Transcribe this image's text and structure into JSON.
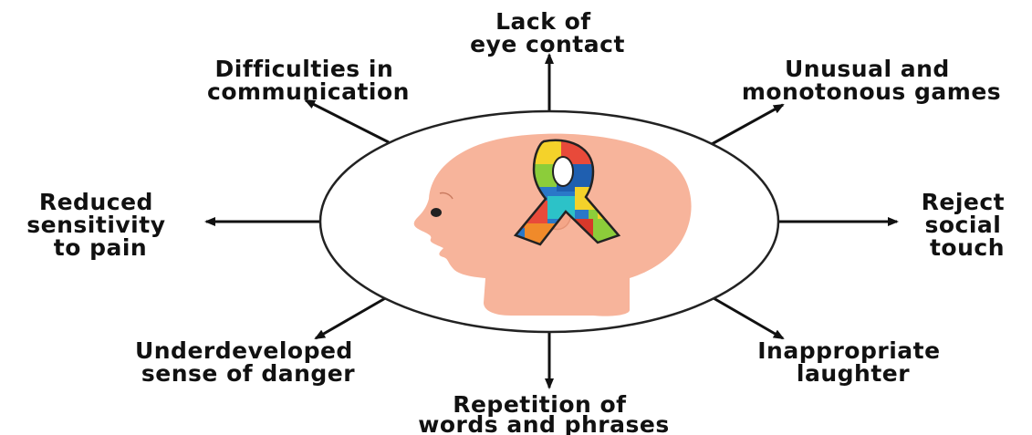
{
  "colors": {
    "text": "#111111",
    "circle_stroke": "#222222",
    "head_skin": "#f7b49b",
    "ribbon_outline": "#222222"
  },
  "center": {
    "icon": "autism-awareness-puzzle-ribbon-icon",
    "head_icon": "child-head-profile-icon"
  },
  "labels": {
    "top": [
      "Lack of",
      "eye contact"
    ],
    "top_right": [
      "Unusual and",
      "monotonous games"
    ],
    "right": [
      "Reject",
      "social",
      "touch"
    ],
    "bottom_right": [
      "Inappropriate",
      "laughter"
    ],
    "bottom": [
      "Repetition of",
      "words and phrases"
    ],
    "bottom_left": [
      "Underdeveloped",
      "sense of danger"
    ],
    "left": [
      "Reduced",
      "sensitivity",
      "to pain"
    ],
    "top_left": [
      "Difficulties in",
      "communication"
    ]
  }
}
